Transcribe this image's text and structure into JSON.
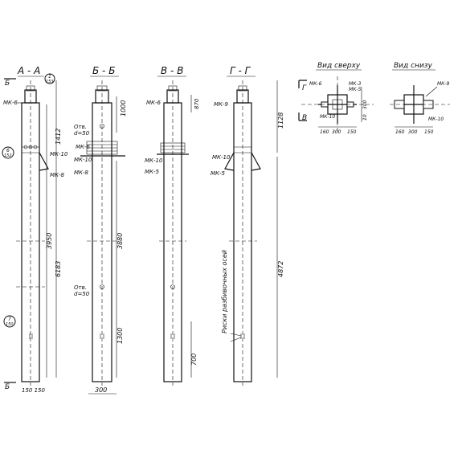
{
  "sections": {
    "aa": "А - А",
    "bb": "Б - Б",
    "vv": "В - В",
    "gg": "Г - Г"
  },
  "views": {
    "top": "Вид сверху",
    "bottom": "Вид снизу"
  },
  "marks": {
    "mk6": "МК-6",
    "mk10": "МК-10",
    "mk8": "МК-8",
    "mk5": "МК-5",
    "mk9": "МК-9",
    "mk3": "МК-3"
  },
  "dims": {
    "d1412": "1412",
    "d6183": "6183",
    "d3950": "3950",
    "d3880": "3880",
    "d1300": "1300",
    "d700": "700",
    "d1128": "1128",
    "d4872": "4872",
    "d300a": "300",
    "d160": "160",
    "d300b": "300",
    "d150": "150",
    "d870": "870",
    "d1000": "1000",
    "d150_150": "150 150",
    "d300c": "300",
    "d160b": "160",
    "d300d": "300",
    "d150b": "150",
    "d300e": "300",
    "d10": "10"
  },
  "holes": {
    "h1": "Отв.",
    "h1d": "d=50",
    "h2": "Отв.",
    "h2d": "d=50"
  },
  "callouts": {
    "c1": "1",
    "c1s": "153",
    "c6": "6",
    "c6s": "152",
    "c7": "7",
    "c7s": "150"
  },
  "risks": "Риски разбивочных осей",
  "cut_letters": {
    "b": "Б",
    "g": "Г",
    "v": "В"
  }
}
